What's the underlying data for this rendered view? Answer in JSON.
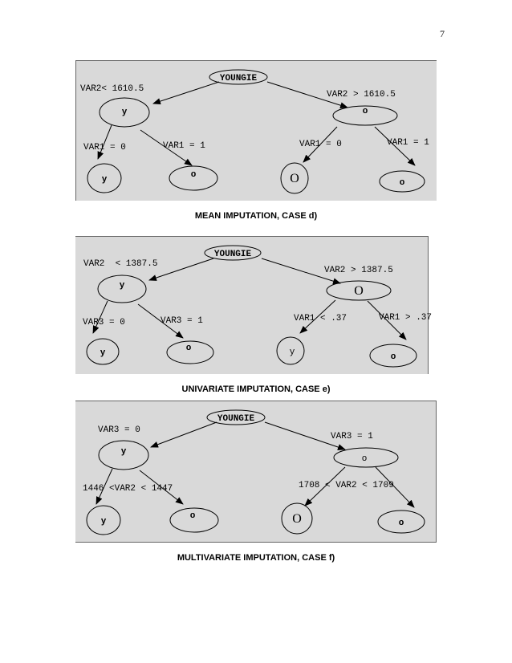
{
  "page_number": "7",
  "diagrams": [
    {
      "caption": "MEAN IMPUTATION, CASE d)",
      "root": "YOUNGIE",
      "left_node": "y",
      "right_node": "o",
      "left_split": "VAR2< 1610.5",
      "right_split": "VAR2 > 1610.5",
      "ll_edge": "VAR1 = 0",
      "lr_edge": "VAR1 = 1",
      "rl_edge": "VAR1 = 0",
      "rr_edge": "VAR1 = 1",
      "leaf_ll": "y",
      "leaf_lr": "o",
      "leaf_rl": "O",
      "leaf_rr": "o"
    },
    {
      "caption": "UNIVARIATE IMPUTATION, CASE e)",
      "root": "YOUNGIE",
      "left_node": "y",
      "right_node": "O",
      "left_split": "VAR2  < 1387.5",
      "right_split": "VAR2 > 1387.5",
      "ll_edge": "VAR3 = 0",
      "lr_edge": "VAR3 = 1",
      "rl_edge": "VAR1 < .37",
      "rr_edge": "VAR1 > .37",
      "leaf_ll": "y",
      "leaf_lr": "o",
      "leaf_rl": "y",
      "leaf_rr": "o"
    },
    {
      "caption": "MULTIVARIATE IMPUTATION, CASE f)",
      "root": "YOUNGIE",
      "left_node": "y",
      "right_node": "o",
      "left_split": "VAR3 = 0",
      "right_split": "VAR3 = 1",
      "ll_edge": "1446 <VAR2 < 1447",
      "lr_edge": "",
      "rl_edge": "1708 < VAR2 < 1709",
      "rr_edge": "",
      "leaf_ll": "y",
      "leaf_lr": "o",
      "leaf_rl": "O",
      "leaf_rr": "o"
    }
  ]
}
